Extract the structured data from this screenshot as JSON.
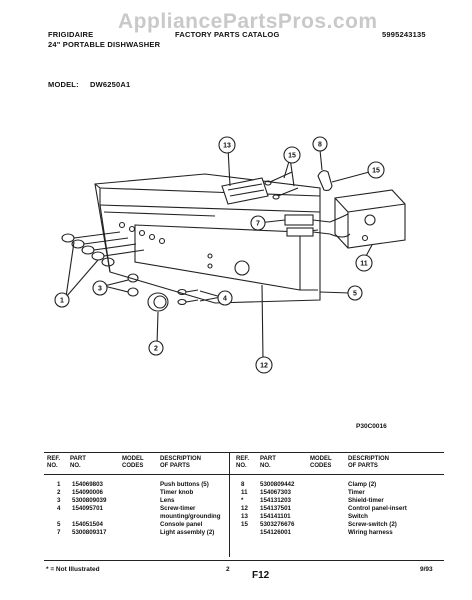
{
  "header": {
    "brand": "FRIGIDAIRE",
    "product": "24\" PORTABLE DISHWASHER",
    "catalog": "FACTORY PARTS CATALOG",
    "catalog_number": "5995243135",
    "watermark": "AppliancePartsPros.com",
    "model_label": "MODEL:",
    "model_value": "DW6250A1"
  },
  "diagram": {
    "callouts": [
      "1",
      "2",
      "3",
      "4",
      "5",
      "7",
      "8",
      "11",
      "12",
      "13",
      "15",
      "15"
    ],
    "figure_code": "P30C0016"
  },
  "parts_table": {
    "headers": {
      "ref": "REF.\nNO.",
      "part": "PART\nNO.",
      "model": "MODEL\nCODES",
      "desc": "DESCRIPTION\nOF PARTS"
    },
    "left": [
      {
        "ref": "1",
        "part": "154069803",
        "model": "",
        "desc": "Push buttons (5)"
      },
      {
        "ref": "2",
        "part": "154090006",
        "model": "",
        "desc": "Timer knob"
      },
      {
        "ref": "3",
        "part": "5300809039",
        "model": "",
        "desc": "Lens"
      },
      {
        "ref": "4",
        "part": "154095701",
        "model": "",
        "desc": "Screw-timer"
      },
      {
        "ref": "",
        "part": "",
        "model": "",
        "desc": "mounting/grounding"
      },
      {
        "ref": "5",
        "part": "154051504",
        "model": "",
        "desc": "Console panel"
      },
      {
        "ref": "7",
        "part": "5300809317",
        "model": "",
        "desc": "Light assembly (2)"
      }
    ],
    "right": [
      {
        "ref": "8",
        "part": "5300809442",
        "model": "",
        "desc": "Clamp (2)"
      },
      {
        "ref": "11",
        "part": "154067303",
        "model": "",
        "desc": "Timer"
      },
      {
        "ref": "*",
        "part": "154131203",
        "model": "",
        "desc": "Shield-timer"
      },
      {
        "ref": "12",
        "part": "154137501",
        "model": "",
        "desc": "Control panel-insert"
      },
      {
        "ref": "13",
        "part": "154141101",
        "model": "",
        "desc": "Switch"
      },
      {
        "ref": "15",
        "part": "5303276676",
        "model": "",
        "desc": "Screw-switch (2)"
      },
      {
        "ref": "",
        "part": "154126001",
        "model": "",
        "desc": "Wiring harness"
      }
    ]
  },
  "footer": {
    "note": "* = Not Illustrated",
    "page_number": "2",
    "figure": "F12",
    "date": "9/93"
  }
}
